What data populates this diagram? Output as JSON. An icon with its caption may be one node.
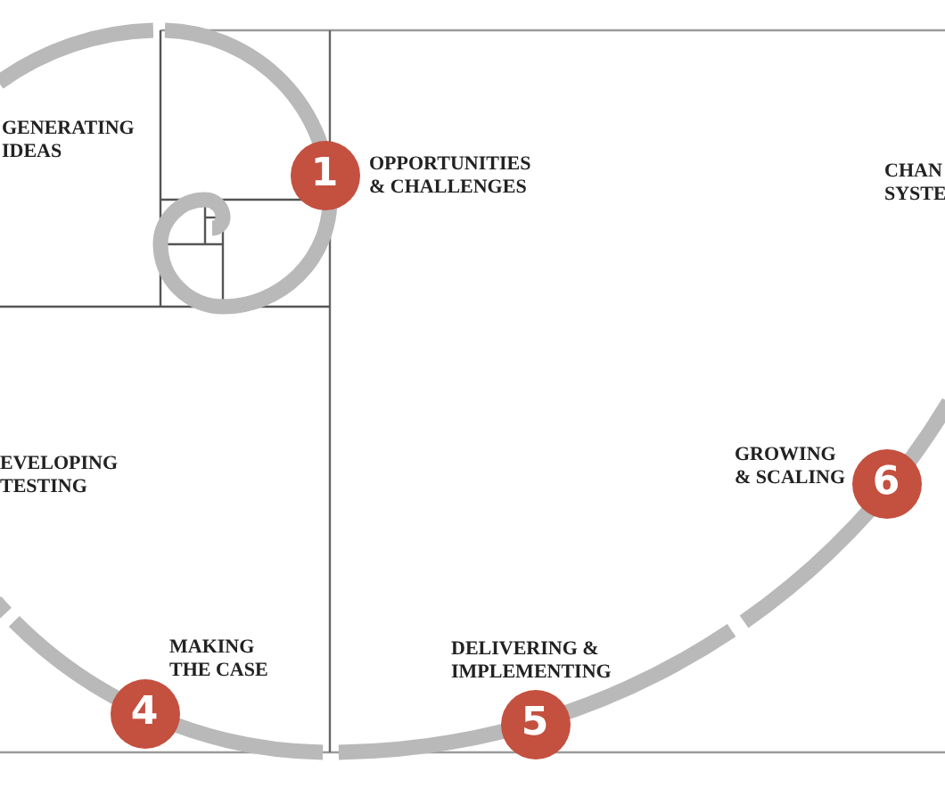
{
  "diagram": {
    "nodes": [
      {
        "text": [
          "1"
        ],
        "beside": [
          "OPPORTUNITIES & CHALLENGES"
        ]
      },
      {
        "text": [
          "4"
        ],
        "beside": [
          "MAKING THE CASE"
        ]
      },
      {
        "text": [
          "5"
        ],
        "beside": [
          "DELIVERING & IMPLEMENTING"
        ]
      },
      {
        "text": [
          "6"
        ],
        "beside": [
          "GROWING & SCALING"
        ]
      }
    ],
    "labels": [
      "GENERATING IDEAS",
      "CHAN SYSTE",
      "EVELOPING TESTING"
    ]
  }
}
